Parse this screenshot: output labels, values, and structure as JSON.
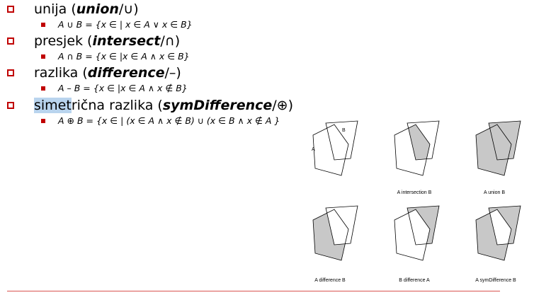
{
  "bullets": [
    {
      "pre": "unija (",
      "term": "union",
      "post": "/∪)",
      "formula": "A ∪ B = {x ∈ | x ∈ A ∨ x ∈ B}"
    },
    {
      "pre": "presjek (",
      "term": "intersect",
      "post": "/∩)",
      "formula": "A ∩ B = {x ∈ |x ∈ A ∧ x ∈ B}"
    },
    {
      "pre": "razlika (",
      "term": "difference",
      "post": "/–)",
      "formula": "A – B  = {x ∈ |x ∈ A ∧ x ∉ B}"
    },
    {
      "pre_highlight": "simet",
      "pre": "rična razlika (",
      "term": "symDifference",
      "post": "/⊕)",
      "formula": "A ⊕ B = {x ∈ | (x ∈ A ∧ x ∉ B) ∪ (x ∈ B ∧ x ∉ A }"
    }
  ],
  "figure": {
    "label_a": "A",
    "label_b": "B",
    "captions": {
      "intersection": "A intersection B",
      "union": "A union B",
      "difference_ab": "A difference B",
      "difference_ba": "B difference A",
      "symdifference": "A symDifference B"
    }
  },
  "colors": {
    "bullet": "#c00000",
    "highlight": "#b9d4ee",
    "fill": "#c8c8c8"
  }
}
